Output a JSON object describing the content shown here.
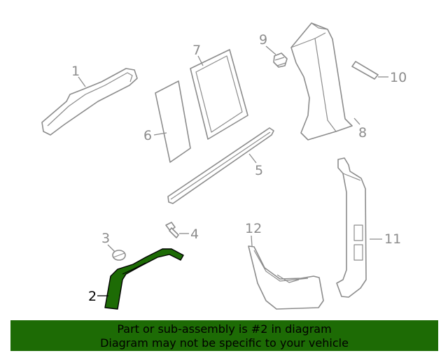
{
  "callouts": {
    "c1": "1",
    "c2": "2",
    "c3": "3",
    "c4": "4",
    "c5": "5",
    "c6": "6",
    "c7": "7",
    "c8": "8",
    "c9": "9",
    "c10": "10",
    "c11": "11",
    "c12": "12"
  },
  "highlighted_part": "2",
  "colors": {
    "highlight": "#1d6b05",
    "line_art": "#8c8c8c"
  },
  "banner": {
    "line1": "Part or sub-assembly is #2 in diagram",
    "line2": "Diagram may not be specific to your vehicle"
  }
}
